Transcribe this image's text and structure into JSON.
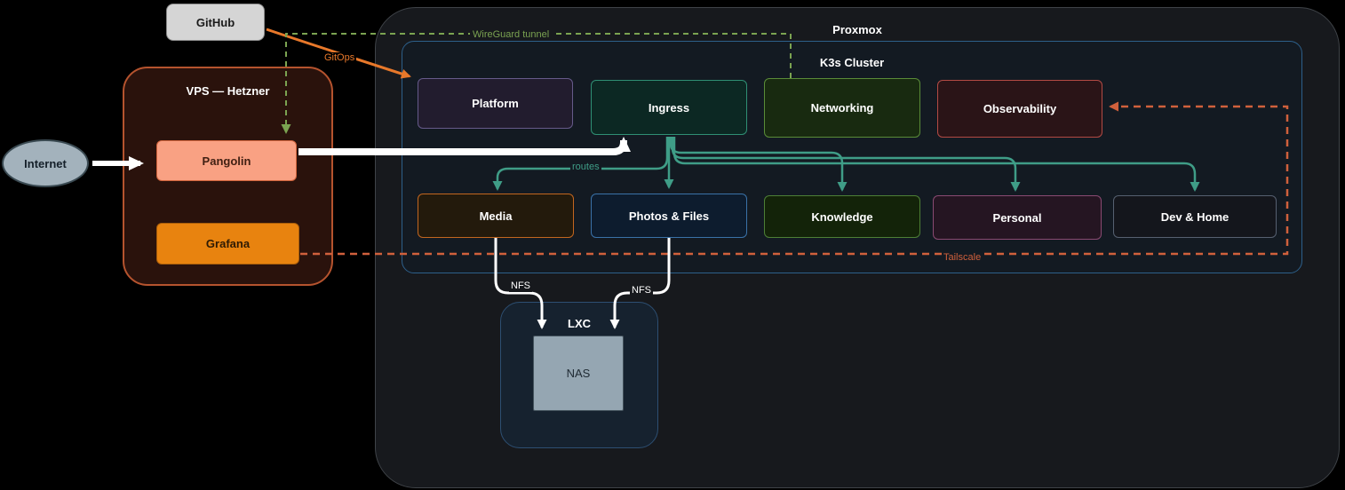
{
  "nodes": {
    "github": {
      "label": "GitHub"
    },
    "internet": {
      "label": "Internet"
    },
    "vps": {
      "title": "VPS — Hetzner"
    },
    "pangolin": {
      "label": "Pangolin"
    },
    "grafana": {
      "label": "Grafana"
    },
    "proxmox": {
      "title": "Proxmox"
    },
    "k3s": {
      "title": "K3s Cluster"
    },
    "platform": {
      "label": "Platform"
    },
    "ingress": {
      "label": "Ingress"
    },
    "networking": {
      "label": "Networking"
    },
    "observability": {
      "label": "Observability"
    },
    "media": {
      "label": "Media"
    },
    "photos_files": {
      "label": "Photos & Files"
    },
    "knowledge": {
      "label": "Knowledge"
    },
    "personal": {
      "label": "Personal"
    },
    "dev_home": {
      "label": "Dev & Home"
    },
    "lxc": {
      "title": "LXC"
    },
    "nas": {
      "label": "NAS"
    }
  },
  "edges": {
    "wireguard": {
      "label": "WireGuard tunnel",
      "color": "#7ba351"
    },
    "gitops": {
      "label": "GitOps",
      "color": "#e8782a"
    },
    "routes": {
      "label": "routes",
      "color": "#3f9d87"
    },
    "tailscale": {
      "label": "Tailscale",
      "color": "#d0603c"
    },
    "nfs_media": {
      "label": "NFS",
      "color": "#ffffff"
    },
    "nfs_photos": {
      "label": "NFS",
      "color": "#ffffff"
    },
    "internet_pangolin": {
      "color": "#ffffff"
    },
    "pangolin_ingress": {
      "color": "#ffffff"
    }
  }
}
